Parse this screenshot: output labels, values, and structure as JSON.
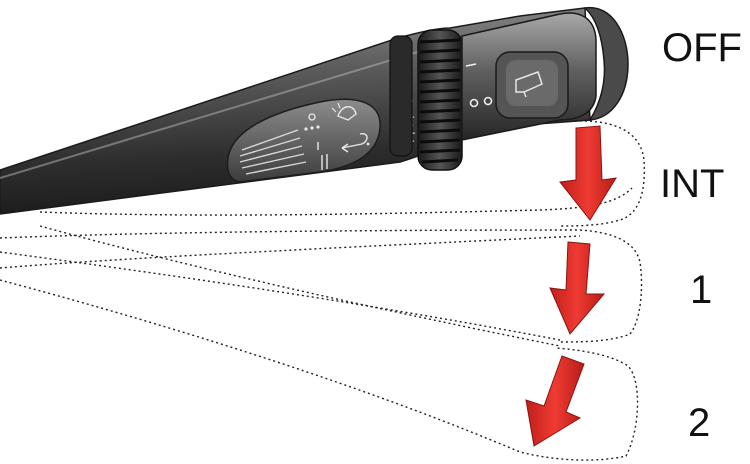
{
  "positions": [
    {
      "id": "off",
      "label": "OFF"
    },
    {
      "id": "int",
      "label": "INT"
    },
    {
      "id": "speed1",
      "label": "1"
    },
    {
      "id": "speed2",
      "label": "2"
    }
  ],
  "colors": {
    "arrow": "#e0302a",
    "stalk_dark": "#2b2b2b",
    "stalk_mid": "#5a5a5a",
    "stalk_light": "#8a8a8a",
    "outline": "#222222"
  },
  "icons": {
    "switch_panel": "washer-wiper-symbols-icon",
    "end_button": "rear-wiper-button-icon"
  }
}
